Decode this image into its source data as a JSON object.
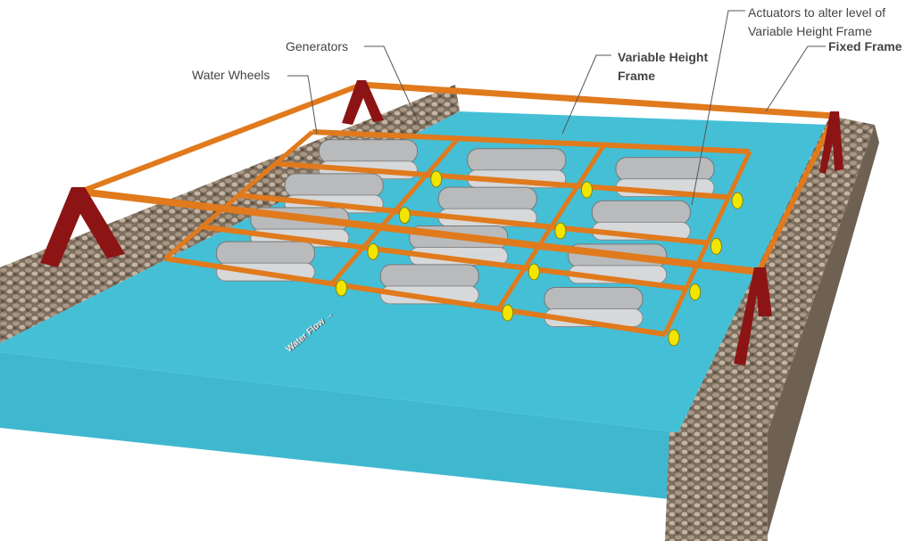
{
  "labels": {
    "generators": "Generators",
    "water_wheels": "Water Wheels",
    "variable_height_frame_1": "Variable Height",
    "variable_height_frame_2": "Frame",
    "actuators_1": "Actuators to alter level of",
    "actuators_2": "Variable Height Frame",
    "fixed_frame": "Fixed Frame",
    "water_flow": "Water Flow →"
  },
  "colors": {
    "water": "#4cc3d8",
    "frame": "#e07a1c",
    "roller": "#b8babc",
    "wheel": "#f2e600",
    "a_frame": "#8c1414",
    "gravel": "#8a7a68"
  }
}
